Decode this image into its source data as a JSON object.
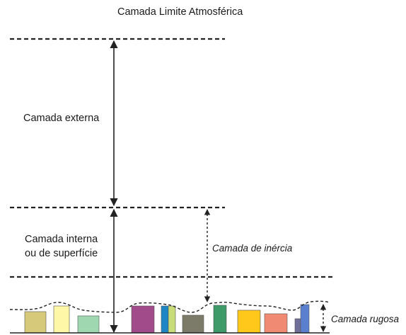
{
  "title": "Camada Limite Atmosférica",
  "labels": {
    "outer_layer": "Camada externa",
    "inner_layer_line1": "Camada interna",
    "inner_layer_line2": "ou de superfície",
    "inertial_layer": "Camada de inércia",
    "roughness_layer": "Camada rugosa"
  },
  "buildings": [
    {
      "color": "#d6c97a"
    },
    {
      "color": "#fff7a8"
    },
    {
      "color": "#9fd8b0"
    },
    {
      "color": "#a24b8a"
    },
    {
      "color": "#1f86c6"
    },
    {
      "color": "#c8dc7a"
    },
    {
      "color": "#7c7b6a"
    },
    {
      "color": "#3f9a6a"
    },
    {
      "color": "#ffc81a"
    },
    {
      "color": "#f08a72"
    },
    {
      "color": "#6f6f9a"
    },
    {
      "color": "#5b7fcf"
    }
  ]
}
